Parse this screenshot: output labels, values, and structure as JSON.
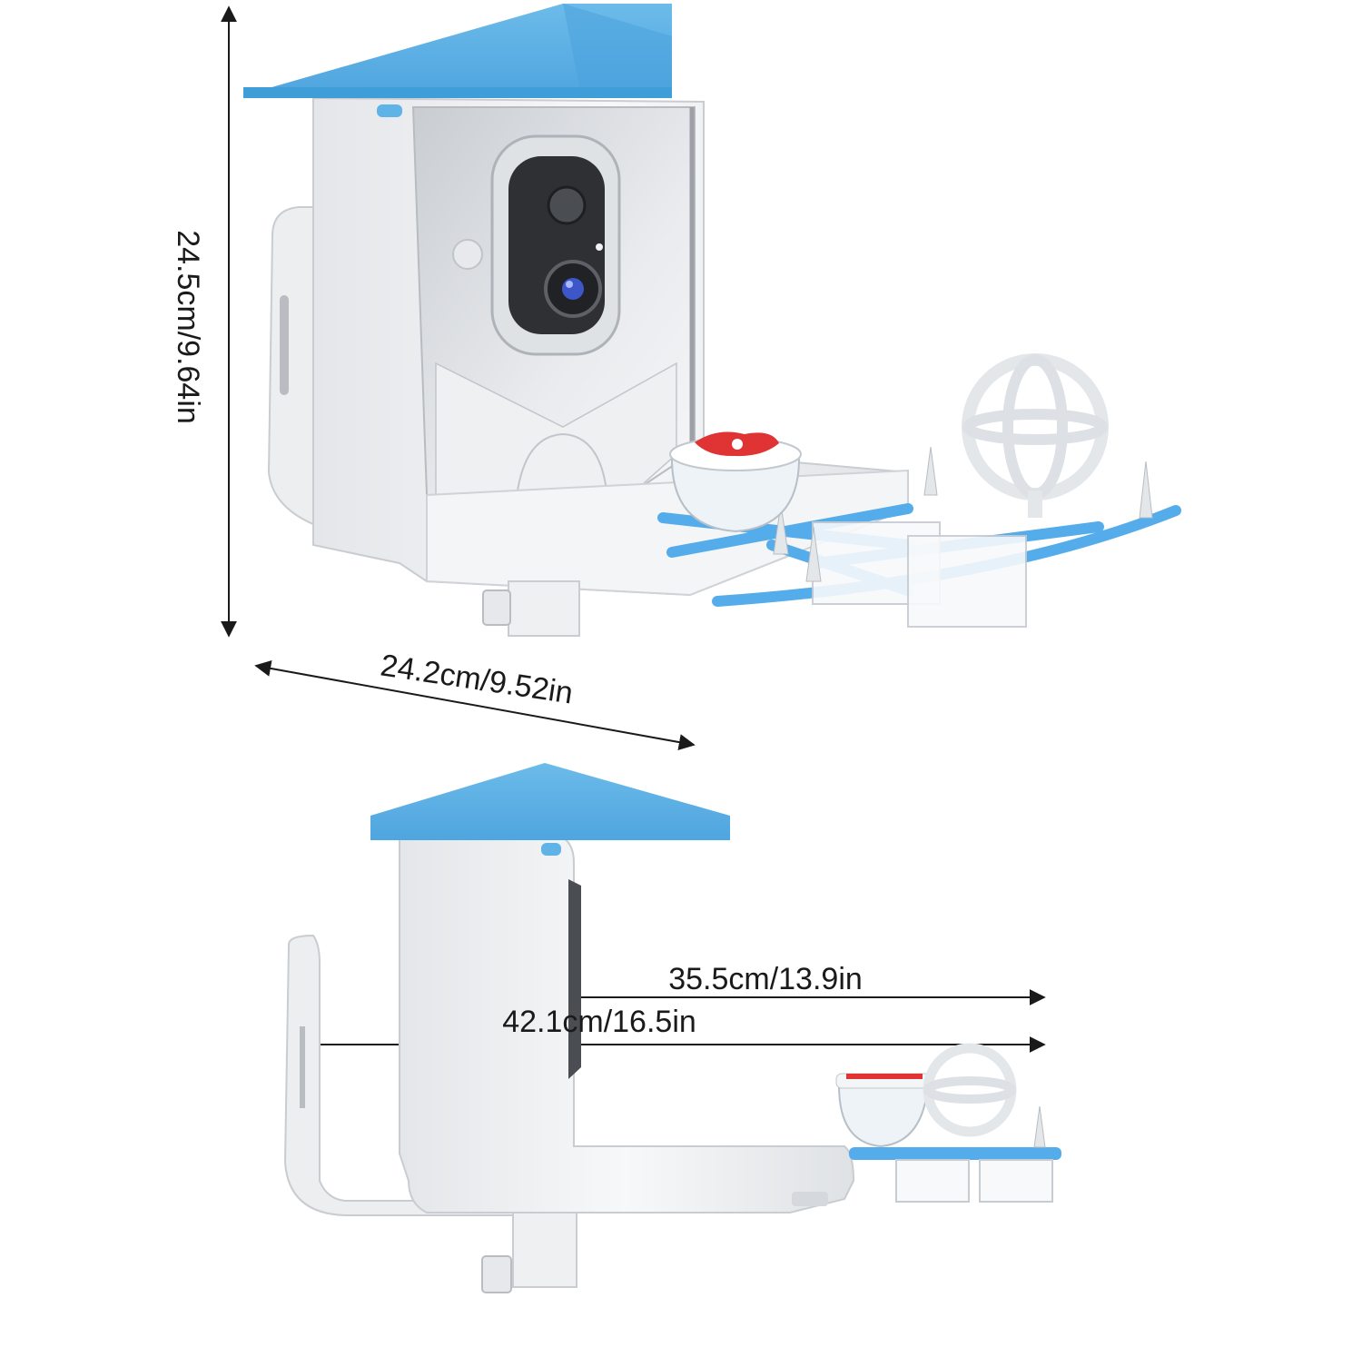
{
  "dimensions": {
    "height": "24.5cm/9.64in",
    "width_top": "24.2cm/9.52in",
    "depth_short": "35.5cm/13.9in",
    "depth_full": "42.1cm/16.5in"
  },
  "colors": {
    "roof": "#5fb3e6",
    "roof_shade": "#3f9ed8",
    "body": "#f2f3f5",
    "body_shade": "#d9dcdf",
    "perch": "#55acea",
    "feeder_red": "#e03434",
    "line": "#1a1a1a"
  }
}
